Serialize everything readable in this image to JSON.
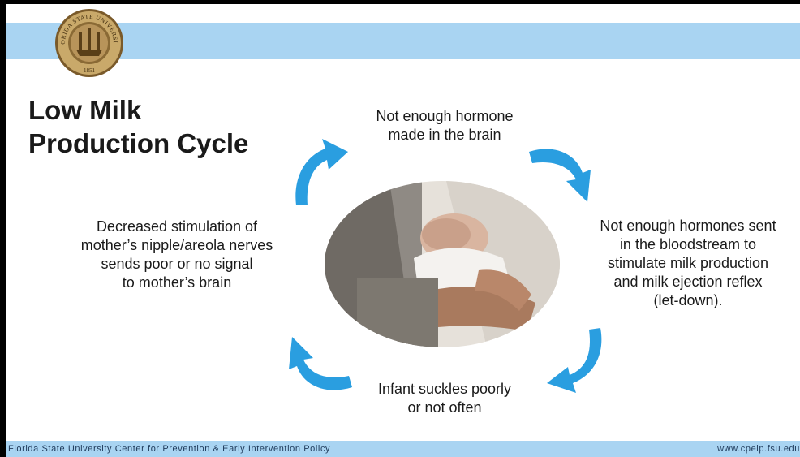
{
  "slide": {
    "title_lines": [
      "Low Milk",
      "Production Cycle"
    ],
    "steps": {
      "top": [
        "Not enough hormone",
        "made in the brain"
      ],
      "right": [
        "Not enough hormones sent",
        "in the bloodstream to",
        "stimulate milk production",
        "and milk ejection reflex",
        "(let-down)."
      ],
      "bottom": [
        "Infant suckles poorly",
        "or not often"
      ],
      "left": [
        "Decreased stimulation of",
        "mother’s nipple/areola nerves",
        "sends poor or no signal",
        "to mother’s brain"
      ]
    },
    "seal": {
      "text": "FLORIDA STATE UNIVERSITY",
      "year": "1851"
    },
    "photo_description_icon": "mother-holding-infant-image"
  },
  "footer": {
    "left": "Florida State University Center for Prevention & Early Intervention Policy",
    "right": "www.cpeip.fsu.edu"
  },
  "colors": {
    "band": "#a9d4f2",
    "arrow": "#2a9ee0",
    "title": "#1a1a1a"
  }
}
